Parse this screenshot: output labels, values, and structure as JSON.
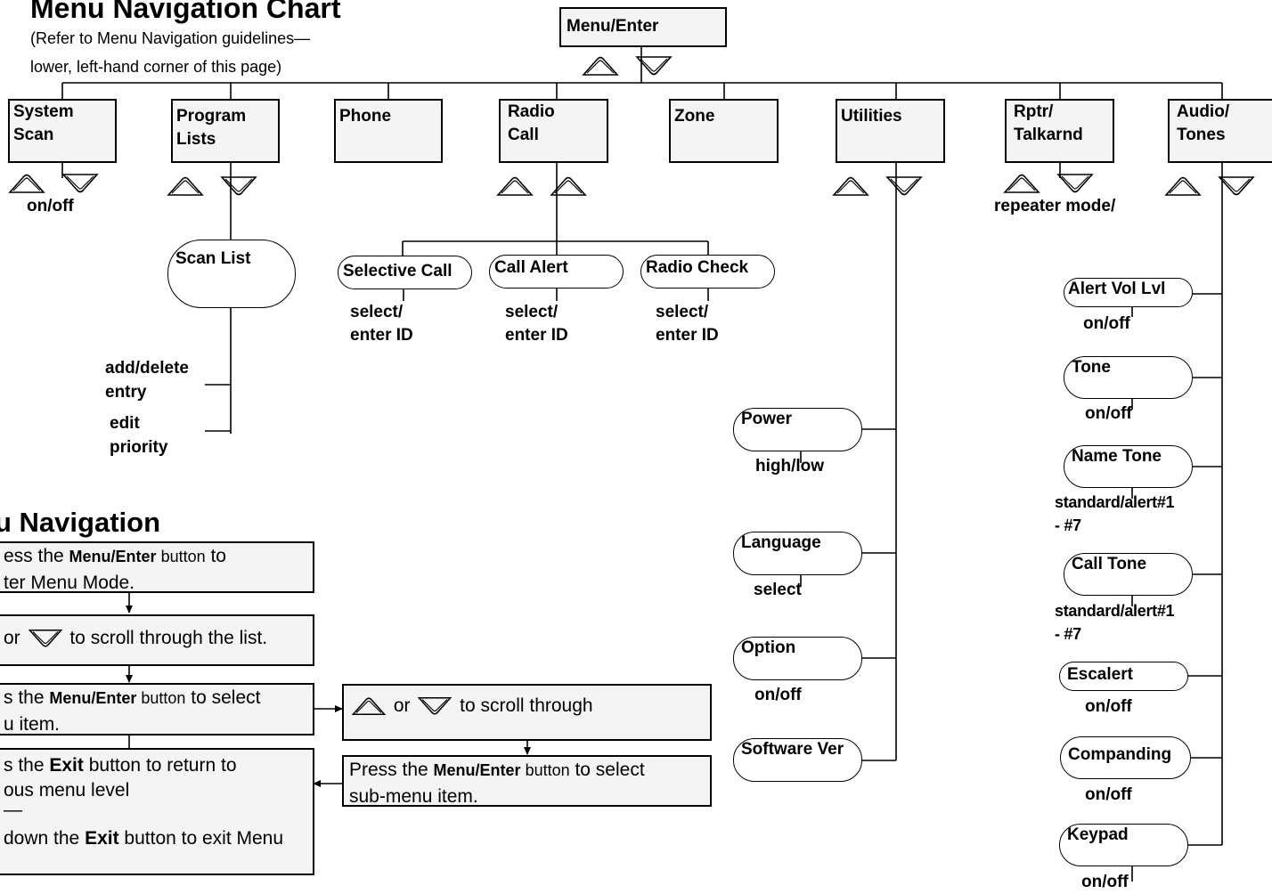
{
  "header": {
    "title": "Menu Navigation Chart",
    "subtitle_line1": "(Refer to Menu Navigation guidelines—",
    "subtitle_line2": "lower, left-hand corner of this page)"
  },
  "root": {
    "label": "Menu/Enter"
  },
  "top_menus": {
    "system_scan": {
      "line1": "System",
      "line2": "Scan",
      "option": "on/off"
    },
    "program_lists": {
      "line1": "Program",
      "line2": "Lists"
    },
    "phone": {
      "line1": "Phone"
    },
    "radio_call": {
      "line1": "Radio",
      "line2": "Call"
    },
    "zone": {
      "line1": "Zone"
    },
    "utilities": {
      "line1": "Utilities"
    },
    "rptr_talkarnd": {
      "line1": "Rptr/",
      "line2": "Talkarnd",
      "option": "repeater mode/"
    },
    "audio_tones": {
      "line1": "Audio/",
      "line2": "Tones"
    }
  },
  "scan_list": {
    "label": "Scan List",
    "options": [
      {
        "line1": "add/delete",
        "line2": "entry"
      },
      {
        "line1": "edit",
        "line2": "priority"
      }
    ]
  },
  "radio_call_items": [
    {
      "label": "Selective Call",
      "opt1": "select/",
      "opt2": "enter ID"
    },
    {
      "label": "Call Alert",
      "opt1": "select/",
      "opt2": "enter ID"
    },
    {
      "label": "Radio Check",
      "opt1": "select/",
      "opt2": "enter ID"
    }
  ],
  "utilities_items": [
    {
      "label": "Power",
      "option": "high/low"
    },
    {
      "label": "Language",
      "option": "select"
    },
    {
      "label": "Option",
      "option": "on/off"
    },
    {
      "label": "Software Ver",
      "option": ""
    }
  ],
  "audio_items": [
    {
      "label": "Alert Vol Lvl",
      "opt1": "on/off",
      "opt2": ""
    },
    {
      "label": "Tone",
      "opt1": "on/off",
      "opt2": ""
    },
    {
      "label": "Name Tone",
      "opt1": "standard/alert#1",
      "opt2": "- #7"
    },
    {
      "label": "Call Tone",
      "opt1": "standard/alert#1",
      "opt2": "- #7"
    },
    {
      "label": "Escalert",
      "opt1": "on/off",
      "opt2": ""
    },
    {
      "label": "Companding",
      "opt1": "on/off",
      "opt2": ""
    },
    {
      "label": "Keypad",
      "opt1": "on/off",
      "opt2": ""
    }
  ],
  "guide": {
    "heading": "u Navigation",
    "s1": {
      "a": "ess the ",
      "b": "Menu/Enter",
      "c": " button",
      "d": " to",
      "line2": "ter Menu Mode."
    },
    "s2": {
      "a": "or ",
      "b": " to scroll through the list."
    },
    "s3": {
      "a": "s the ",
      "b": "Menu/Enter",
      "c": " button",
      "d": " to select",
      "line2": "u item."
    },
    "s4": {
      "a": "s the ",
      "b": "Exit",
      "c": " button to return to",
      "line2": "ous menu level",
      "line3": "—",
      "l4a": "down the ",
      "l4b": "Exit",
      "l4c": " button to exit Menu"
    },
    "s5": {
      "a": " or ",
      "b": " to scroll through"
    },
    "s6": {
      "a": "Press the ",
      "b": "Menu/Enter",
      "c": " button",
      "d": " to select",
      "line2": "sub-menu item."
    }
  }
}
